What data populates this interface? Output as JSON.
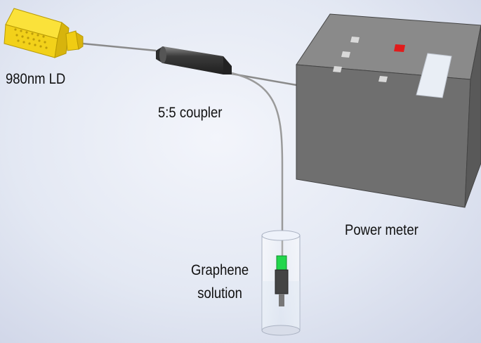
{
  "labels": {
    "laser_diode": "980nm LD",
    "coupler": "5:5 coupler",
    "power_meter": "Power meter",
    "graphene_line1": "Graphene",
    "graphene_line2": "solution"
  },
  "colors": {
    "background": "#e3e8f3",
    "laser_body": "#f2d11a",
    "coupler_body": "#4a4a4a",
    "power_meter_body": "#6f6f6f",
    "indicator_red": "#e21b1b",
    "sensor_green": "#22d64c"
  }
}
